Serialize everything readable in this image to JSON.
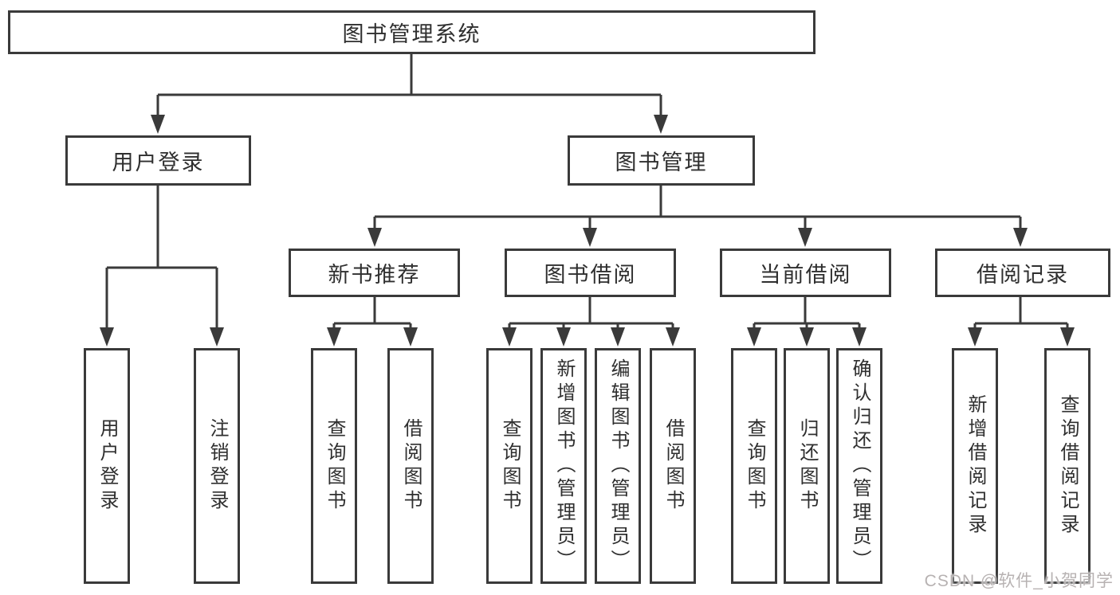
{
  "diagram": {
    "root": {
      "label": "图书管理系统"
    },
    "level2": [
      {
        "label": "用户登录"
      },
      {
        "label": "图书管理"
      }
    ],
    "level3": [
      {
        "label": "新书推荐"
      },
      {
        "label": "图书借阅"
      },
      {
        "label": "当前借阅"
      },
      {
        "label": "借阅记录"
      }
    ],
    "leaves": {
      "user_login": [
        "用户登录",
        "注销登录"
      ],
      "new_book": [
        "查询图书",
        "借阅图书"
      ],
      "borrow": [
        "查询图书",
        "新增图书（管理员）",
        "编辑图书（管理员）",
        "借阅图书"
      ],
      "current": [
        "查询图书",
        "归还图书",
        "确认归还（管理员）"
      ],
      "records": [
        "新增借阅记录",
        "查询借阅记录"
      ]
    }
  },
  "watermark": {
    "text": "CSDN @软件_小贺同学"
  },
  "colors": {
    "line": "#3a3a3a",
    "text": "#2f2f2f",
    "box_background": "#ffffff",
    "watermark": "#b7b2b2"
  }
}
